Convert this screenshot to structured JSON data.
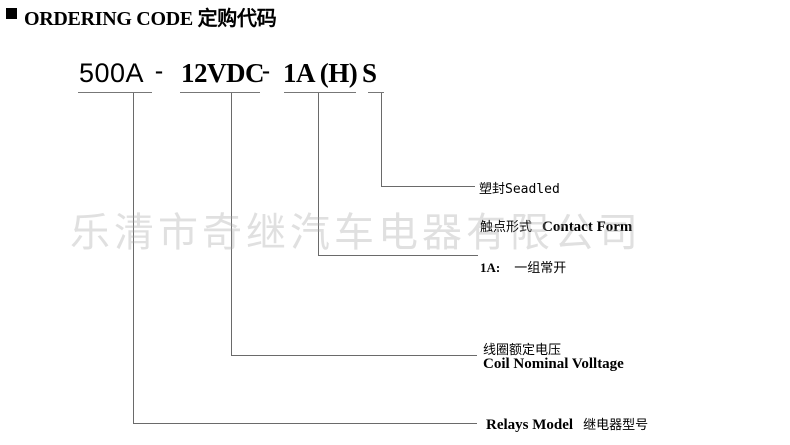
{
  "header": {
    "title": "ORDERING CODE 定购代码"
  },
  "code": {
    "model": "500A",
    "sep1": "-",
    "voltage": "12VDC",
    "sep2": "-",
    "contact": "1A (H)",
    "seal": "S"
  },
  "labels": {
    "seal": "塑封Seadled",
    "contact_cn": "触点形式",
    "contact_en": "Contact Form",
    "contact_1a": "1A:",
    "contact_1a_desc": "一组常开",
    "coil_cn": "线圈额定电压",
    "coil_en": "Coil Nominal Volltage",
    "model_en": "Relays Model",
    "model_cn": "继电器型号"
  },
  "watermark": {
    "text": "乐清市奇继汽车电器有限公司"
  }
}
